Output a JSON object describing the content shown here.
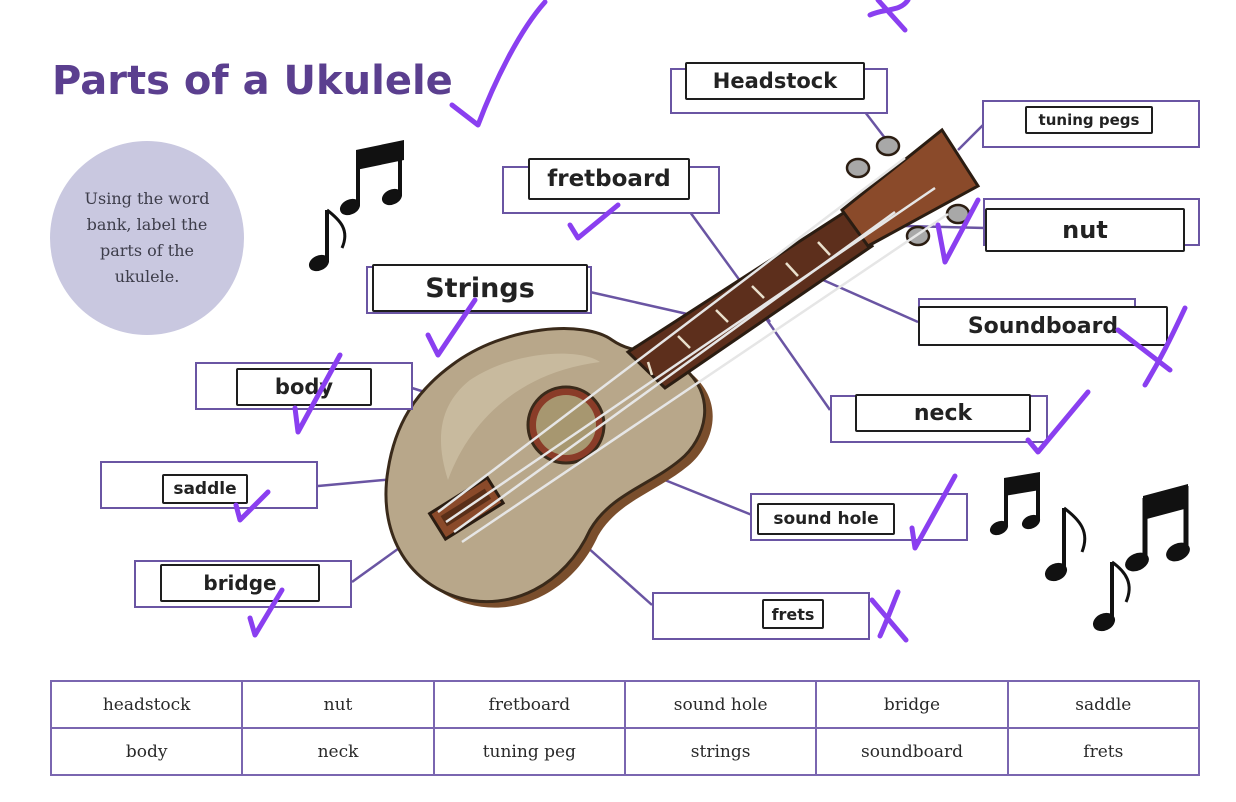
{
  "title": "Parts of a Ukulele",
  "instruction": "Using the word bank, label the parts of the ukulele.",
  "labels": {
    "headstock": "Headstock",
    "tuning_pegs": "tuning pegs",
    "fretboard": "fretboard",
    "nut": "nut",
    "strings": "Strings",
    "soundboard": "Soundboard",
    "body": "body",
    "neck": "neck",
    "saddle": "saddle",
    "sound_hole": "sound hole",
    "bridge": "bridge",
    "frets": "frets"
  },
  "word_bank": [
    [
      "headstock",
      "nut",
      "fretboard",
      "sound hole",
      "bridge",
      "saddle"
    ],
    [
      "body",
      "neck",
      "tuning peg",
      "strings",
      "soundboard",
      "frets"
    ]
  ],
  "colors": {
    "title": "#5b3f8f",
    "bubble": "#c9c8e0",
    "box_border": "#6a55a3",
    "pen_marks": "#8a3ff0"
  },
  "marks": {
    "ticks": [
      "title",
      "fretboard",
      "nut",
      "strings",
      "body",
      "neck",
      "saddle",
      "sound hole",
      "bridge"
    ],
    "crosses": [
      "soundboard",
      "frets"
    ]
  }
}
